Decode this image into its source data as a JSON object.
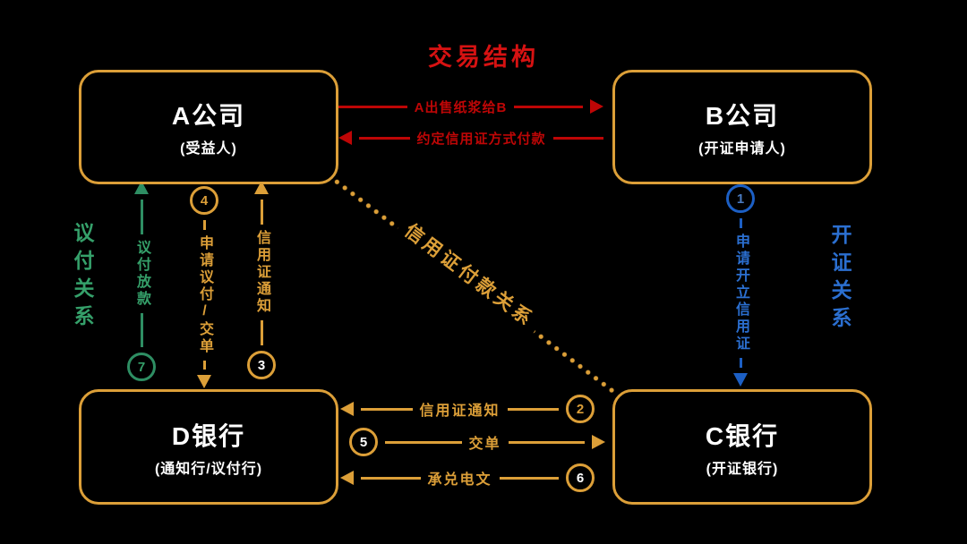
{
  "title": "交易结构",
  "colors": {
    "background": "#000000",
    "title_red": "#D61212",
    "arrow_red": "#BE0606",
    "gold": "#DC9F38",
    "green": "#35A06A",
    "green_dark": "#2E8E63",
    "blue": "#1C5FC4",
    "white": "#FFFFFF"
  },
  "boxes": {
    "a": {
      "name": "A公司",
      "subtitle": "(受益人)"
    },
    "b": {
      "name": "B公司",
      "subtitle": "(开证申请人)"
    },
    "d": {
      "name": "D银行",
      "subtitle": "(通知行/议付行)"
    },
    "c": {
      "name": "C银行",
      "subtitle": "(开证银行)"
    }
  },
  "top_arrows": {
    "sell": {
      "label": "A出售纸浆给B",
      "direction": "right"
    },
    "payment": {
      "label": "约定信用证方式付款",
      "direction": "left"
    }
  },
  "left_connectors": {
    "negotiation_payout": {
      "label": "议付放款",
      "step": "7",
      "direction": "up"
    },
    "apply_negotiation": {
      "label": "申请议付/交单",
      "step": "4",
      "direction": "down"
    },
    "lc_notice": {
      "label": "信用证通知",
      "step": "3",
      "direction": "up"
    }
  },
  "right_connector": {
    "apply_open_lc": {
      "label": "申请开立信用证",
      "step": "1",
      "direction": "down"
    }
  },
  "side_labels": {
    "left": "议付关系",
    "right": "开证关系"
  },
  "diagonal": {
    "label": "信用证付款关系"
  },
  "bottom_arrows": {
    "lc_notice": {
      "label": "信用证通知",
      "step": "2",
      "direction": "left"
    },
    "present_docs": {
      "label": "交单",
      "step": "5",
      "direction": "right"
    },
    "acceptance": {
      "label": "承兑电文",
      "step": "6",
      "direction": "left"
    }
  }
}
